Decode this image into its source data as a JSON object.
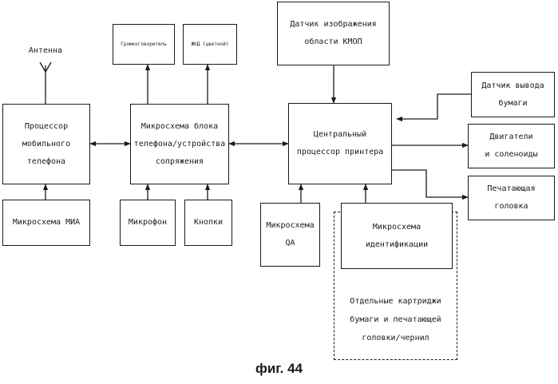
{
  "blocks": {
    "antenna_label": "Антенна",
    "mobile_cpu": "Процессор\nмобильного\nтелефона",
    "ma_chip": "Микросхема МИА",
    "speaker": "Громкоговоритель",
    "lcd": "ЖКД (цветной)",
    "interface_chip": "Микросхема блока\nтелефона/устройства\nсопряжения",
    "microphone": "Микрофон",
    "buttons": "Кнопки",
    "cmos_sensor": "Датчик изображения\nобласти КМОП",
    "printer_cpu": "Центральный\nпроцессор принтера",
    "qa_chip": "Микросхема\nQA",
    "id_chip": "Микросхема\nидентификации",
    "cartridge_text": "Отдельные картриджи\nбумаги и печатающей\nголовки/чернил",
    "paper_sensor": "Датчик вывода\nбумаги",
    "motors": "Двигатели\nи соленоиды",
    "printhead": "Печатающая\nголовка"
  },
  "caption": "фиг. 44",
  "colors": {
    "ink": "#1a1a1a",
    "background": "#ffffff"
  }
}
